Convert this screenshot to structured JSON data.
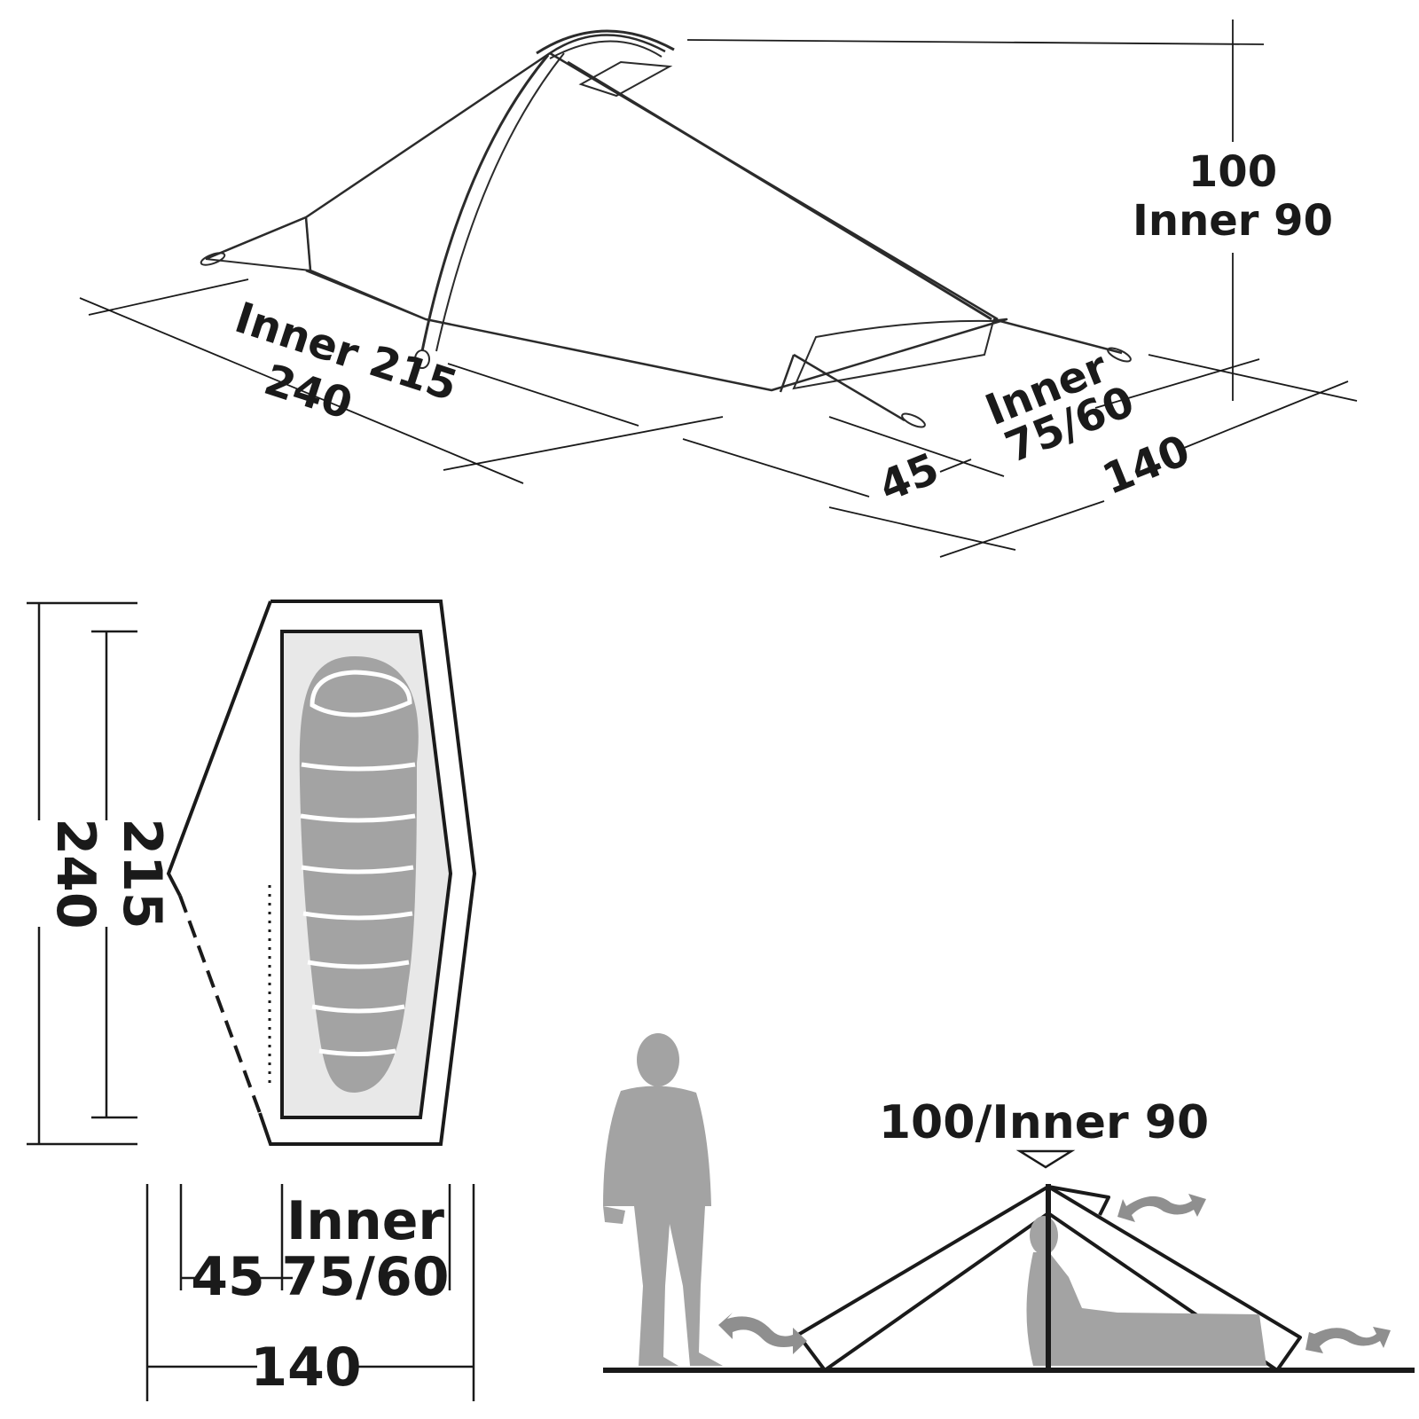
{
  "labels": {
    "iso_height": "100",
    "iso_height_inner": "Inner 90",
    "iso_length_inner": "Inner 215",
    "iso_length": "240",
    "iso_vestibule_inner_line1": "Inner",
    "iso_vestibule_inner_line2": "75/60",
    "iso_vestibule": "45",
    "iso_width": "140",
    "plan_length_inner": "215",
    "plan_length": "240",
    "plan_inner_line1": "Inner",
    "plan_inner_line2": "75/60",
    "plan_vestibule": "45",
    "plan_width": "140",
    "side_height": "100/Inner 90"
  },
  "colors": {
    "line": "#1a1a1a",
    "inner_fill": "#e8e8e8",
    "figure_gray": "#a3a3a3",
    "arrow_gray": "#8f8f8f"
  },
  "icons": {
    "person": "person-standing-icon",
    "sleeping_bag": "sleeping-bag-icon",
    "ventilation": "airflow-arrow-icon"
  }
}
